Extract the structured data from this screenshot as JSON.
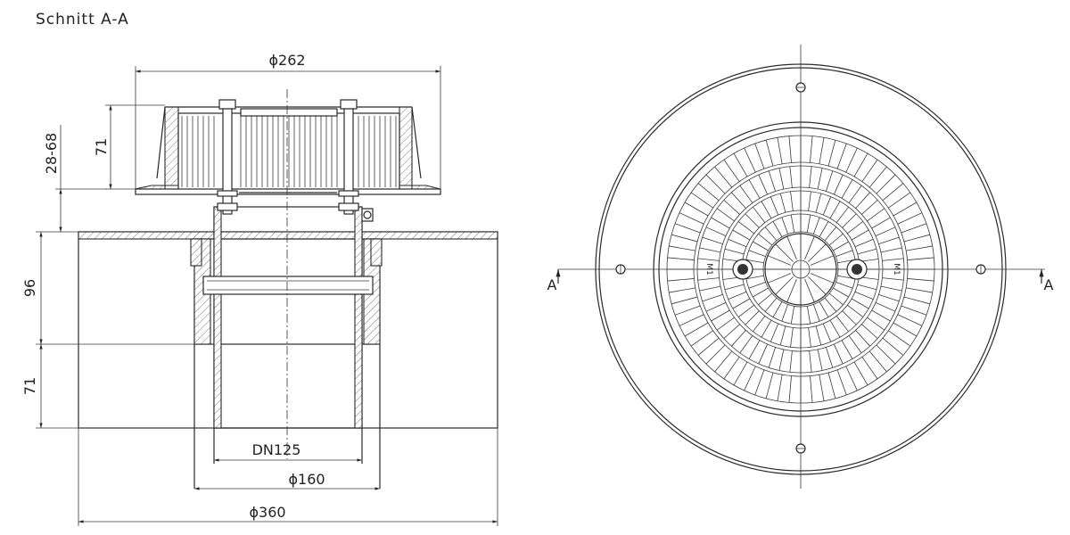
{
  "title": "Schnitt A-A",
  "dimensions": {
    "cap_diameter": "ϕ262",
    "cap_height": "71",
    "adjust_range": "28-68",
    "flange_height": "96",
    "pipe_height": "71",
    "pipe_nominal": "DN125",
    "pipe_diameter": "ϕ160",
    "flange_diameter": "ϕ360"
  },
  "section_marks": {
    "left": "A",
    "right": "A"
  },
  "grid_labels": {
    "left": "M1",
    "right": "M1"
  }
}
